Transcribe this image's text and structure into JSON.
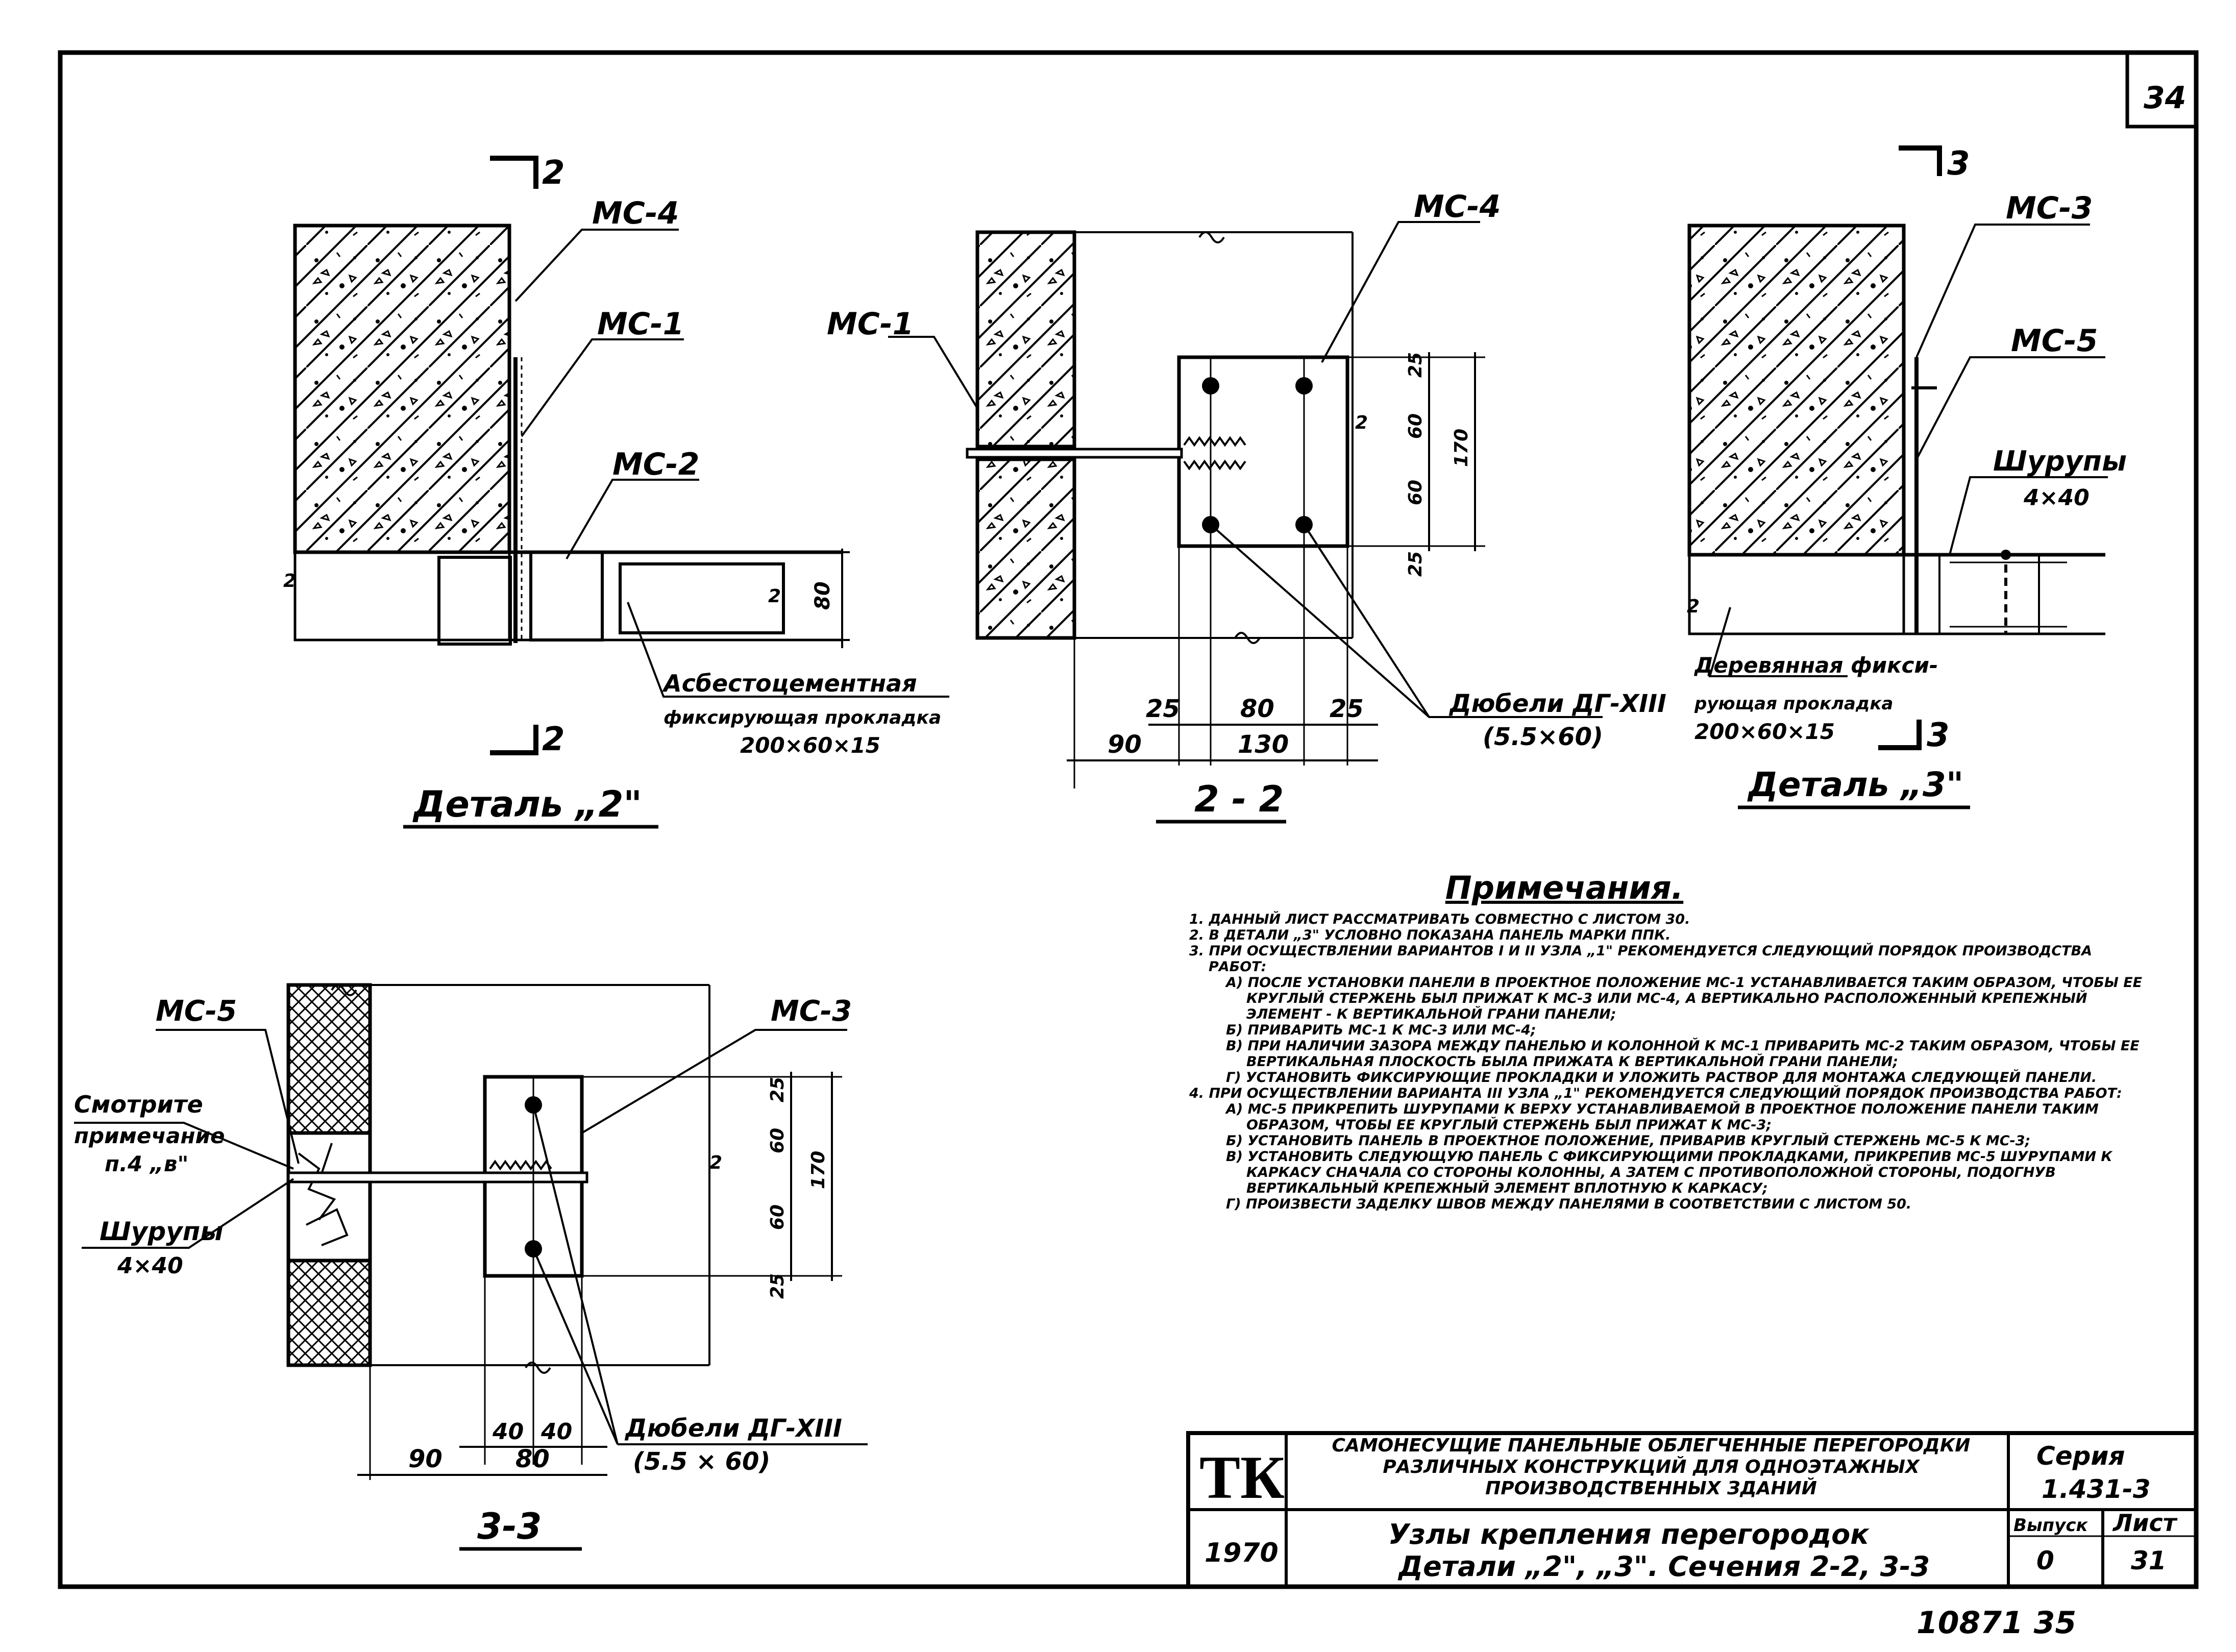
{
  "sheet": {
    "sheet_tab": "34",
    "archive_no": "10871  35"
  },
  "detail2": {
    "section_mark_top": "2",
    "section_mark_bottom": "2",
    "labels": [
      "МС-4",
      "МС-1",
      "МС-2"
    ],
    "dims": [
      "2",
      "80",
      "2"
    ],
    "callout_line1": "Асбестоцементная",
    "callout_line2": "фиксирующая прокладка",
    "callout_line3": "200×60×15",
    "title": "Деталь „2\""
  },
  "section22": {
    "labels": [
      "МС-1",
      "МС-4"
    ],
    "dims_vertical": [
      "25",
      "60",
      "60",
      "25",
      "170"
    ],
    "dims_horizontal": [
      "25",
      "80",
      "25",
      "90",
      "130"
    ],
    "dim_h": "2",
    "dowel_label": "Дюбели ДГ-XIII",
    "dowel_size": "(5.5×60)",
    "title": "2 - 2"
  },
  "detail3": {
    "section_mark_top": "3",
    "section_mark_bottom": "3",
    "labels": [
      "МС-3",
      "МС-5"
    ],
    "screws_label": "Шурупы",
    "screws_size": "4×40",
    "dim_left": "2",
    "callout_line1": "Деревянная фикси-",
    "callout_line2": "рующая прокладка",
    "callout_line3": "200×60×15",
    "title": "Деталь „3\""
  },
  "section33": {
    "labels": [
      "МС-5",
      "МС-3"
    ],
    "see_note_line1": "Смотрите",
    "see_note_line2": "примечание",
    "see_note_line3": "п.4 „в\"",
    "screws_label": "Шурупы",
    "screws_size": "4×40",
    "dims_vertical": [
      "25",
      "60",
      "60",
      "25",
      "170"
    ],
    "dims_horizontal": [
      "40",
      "40",
      "90",
      "80"
    ],
    "dim_h": "2",
    "dowel_label": "Дюбели ДГ-XIII",
    "dowel_size": "(5.5 × 60)",
    "title": "3-3"
  },
  "notes": {
    "title": "Примечания.",
    "items": [
      "1. Данный лист рассматривать совместно с листом 30.",
      "2. В детали „3\" условно показана панель марки ППК.",
      "3. При осуществлении вариантов I и II узла „1\" рекомендуется следующий порядок производства работ:",
      "а) после установки панели в проектное положение МС-1 устанавливается таким образом, чтобы ее круглый стержень был прижат к МС-3 или МС-4, а вертикально расположенный крепежный элемент - к вертикальной грани панели;",
      "б) приварить МС-1 к МС-3 или МС-4;",
      "в) при наличии зазора между панелью и колонной к МС-1 приварить МС-2 таким образом, чтобы ее вертикальная плоскость была прижата к вертикальной грани панели;",
      "г) установить фиксирующие прокладки и уложить раствор для монтажа следующей панели.",
      "4. При осуществлении варианта III узла „1\" рекомендуется следующий порядок производства работ:",
      "а) МС-5 прикрепить шурупами к верху устанавливаемой в проектное положение панели таким образом, чтобы ее круглый стержень был прижат к МС-3;",
      "б) установить панель в проектное положение, приварив круглый стержень МС-5 к МС-3;",
      "в) установить следующую панель с фиксирующими прокладками, прикрепив МС-5 шурупами к каркасу сначала со стороны колонны, а затем с противоположной стороны, подогнув вертикальный крепежный элемент вплотную к каркасу;",
      "г) произвести заделку швов между панелями в соответствии с листом 50."
    ]
  },
  "titleblock": {
    "logo": "ТК",
    "year": "1970",
    "project_title": "Самонесущие панельные облегченные перегородки различных конструкций для одноэтажных производственных зданий",
    "sheet_title_line1": "Узлы крепления перегородок",
    "sheet_title_line2": "Детали „2\", „3\". Сечения 2-2, 3-3",
    "series_label": "Серия",
    "series_value": "1.431-3",
    "issue_label": "Выпуск",
    "issue_value": "0",
    "sheet_label": "Лист",
    "sheet_value": "31"
  }
}
